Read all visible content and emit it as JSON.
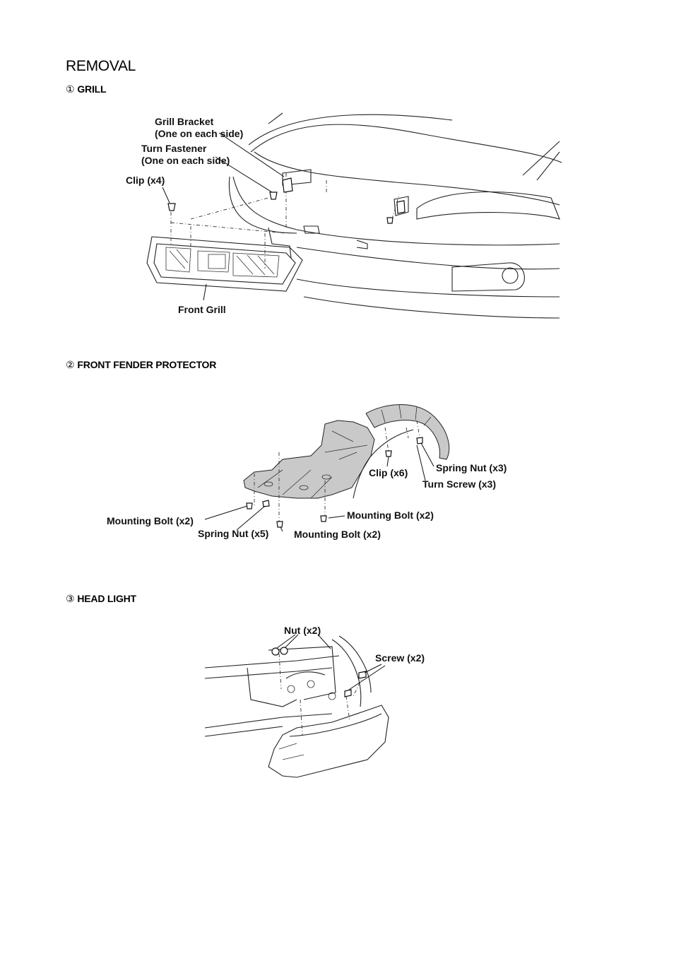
{
  "title": "REMOVAL",
  "sections": [
    {
      "number": "①",
      "heading": "GRILL",
      "labels": {
        "grill_bracket_1": "Grill Bracket",
        "grill_bracket_2": "(One on each side)",
        "turn_fastener_1": "Turn Fastener",
        "turn_fastener_2": "(One on each side)",
        "clip": "Clip (x4)",
        "front_grill": "Front Grill"
      }
    },
    {
      "number": "②",
      "heading": "FRONT FENDER PROTECTOR",
      "labels": {
        "clip": "Clip (x6)",
        "spring_nut_right": "Spring Nut (x3)",
        "turn_screw": "Turn Screw (x3)",
        "mounting_bolt_right": "Mounting Bolt (x2)",
        "mounting_bolt_left": "Mounting Bolt (x2)",
        "spring_nut_bottom": "Spring Nut (x5)",
        "mounting_bolt_bottom": "Mounting Bolt (x2)"
      }
    },
    {
      "number": "③",
      "heading": "HEAD LIGHT",
      "labels": {
        "nut": "Nut (x2)",
        "screw": "Screw (x2)"
      }
    }
  ]
}
